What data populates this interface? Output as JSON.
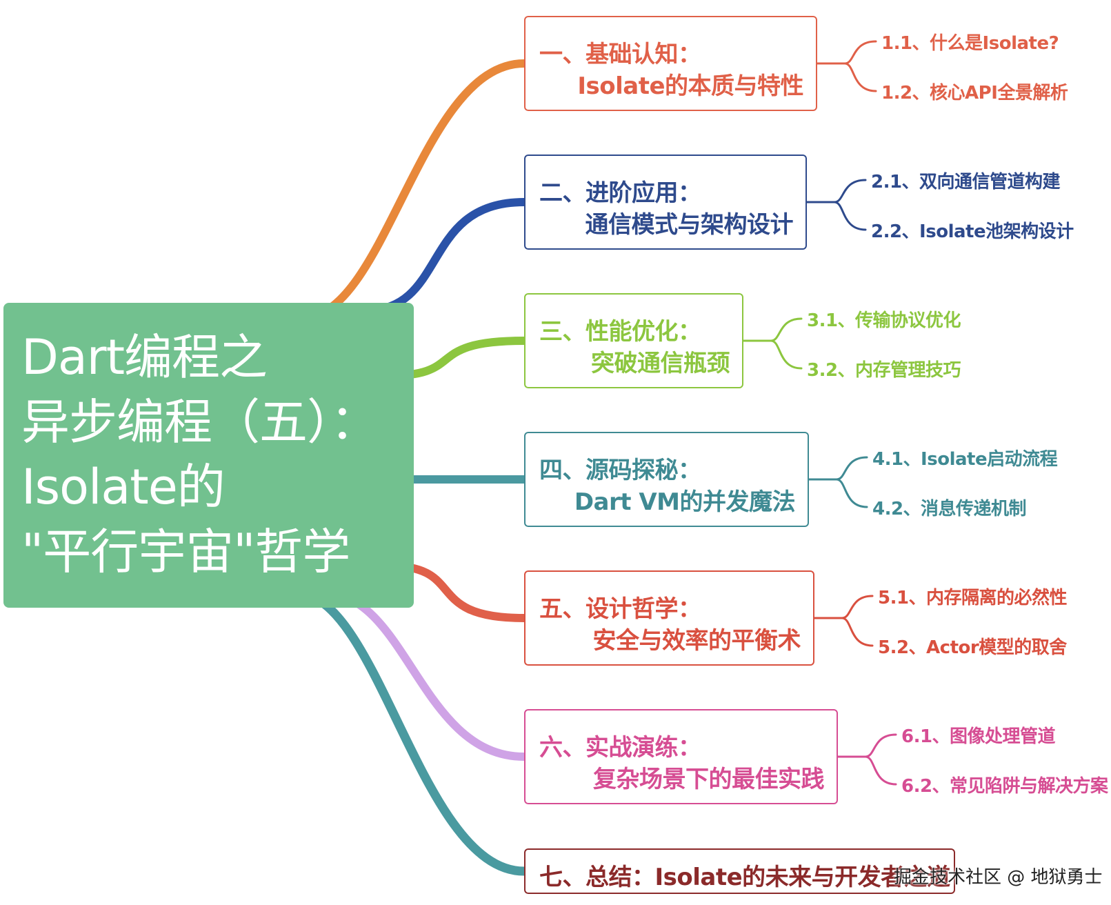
{
  "root": {
    "lines": [
      "Dart编程之",
      "异步编程（五）：",
      "Isolate的",
      "\"平行宇宙\"哲学"
    ],
    "color": "#72c18f"
  },
  "branches": [
    {
      "title": "一、基础认知：",
      "subtitle": "Isolate的本质与特性",
      "color": "#e06048",
      "link_color": "#e8883a",
      "children": [
        "1.1、什么是Isolate?",
        "1.2、核心API全景解析"
      ]
    },
    {
      "title": "二、进阶应用：",
      "subtitle": "通信模式与架构设计",
      "color": "#2e4a8c",
      "link_color": "#2a52a8",
      "children": [
        "2.1、双向通信管道构建",
        "2.2、Isolate池架构设计"
      ]
    },
    {
      "title": "三、性能优化：",
      "subtitle": "突破通信瓶颈",
      "color": "#8cc63f",
      "link_color": "#8cc63f",
      "children": [
        "3.1、传输协议优化",
        "3.2、内存管理技巧"
      ]
    },
    {
      "title": "四、源码探秘：",
      "subtitle": "Dart VM的并发魔法",
      "color": "#3f8a93",
      "link_color": "#4a99a0",
      "children": [
        "4.1、Isolate启动流程",
        "4.2、消息传递机制"
      ]
    },
    {
      "title": "五、设计哲学：",
      "subtitle": "安全与效率的平衡术",
      "color": "#d9503f",
      "link_color": "#e0604a",
      "children": [
        "5.1、内存隔离的必然性",
        "5.2、Actor模型的取舍"
      ]
    },
    {
      "title": "六、实战演练：",
      "subtitle": "复杂场景下的最佳实践",
      "color": "#d64d93",
      "link_color": "#cfa3e6",
      "children": [
        "6.1、图像处理管道",
        "6.2、常见陷阱与解决方案"
      ]
    },
    {
      "title": "七、总结：Isolate的未来与开发者之道",
      "color": "#8b2a2a",
      "link_color": "#4a9aa0",
      "children": []
    }
  ],
  "watermark": "掘金技术社区 @ 地狱勇士"
}
